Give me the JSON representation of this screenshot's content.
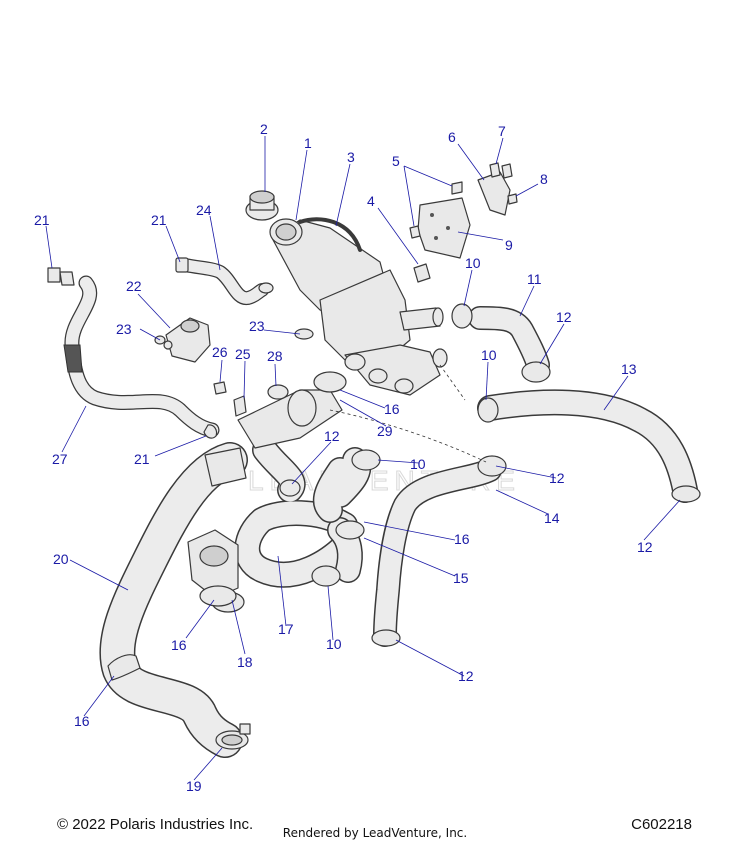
{
  "diagram": {
    "callouts": [
      "1",
      "2",
      "3",
      "4",
      "5",
      "6",
      "7",
      "8",
      "9",
      "10",
      "11",
      "12",
      "13",
      "14",
      "15",
      "16",
      "17",
      "18",
      "19",
      "20",
      "21",
      "22",
      "23",
      "24",
      "25",
      "26",
      "27",
      "28",
      "29"
    ],
    "watermark": "LEADVENTURE"
  },
  "footer": {
    "copyright": "© 2022 Polaris Industries Inc.",
    "rendered_by": "Rendered by LeadVenture, Inc.",
    "drawing_number": "C602218"
  },
  "colors": {
    "callout": "#1a1aa6",
    "line_art": "#3a3a3a",
    "part_fill": "#e9e9e9"
  }
}
